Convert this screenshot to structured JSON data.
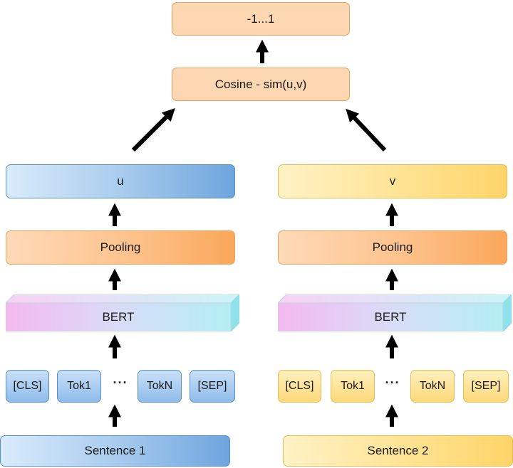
{
  "top": {
    "output_label": "-1...1",
    "cosine_label": "Cosine - sim(u,v)"
  },
  "left": {
    "vector_label": "u",
    "pooling_label": "Pooling",
    "bert_label": "BERT",
    "tokens": [
      "[CLS]",
      "Tok1",
      "TokN",
      "[SEP]"
    ],
    "ellipsis": "···",
    "sentence_label": "Sentence 1"
  },
  "right": {
    "vector_label": "v",
    "pooling_label": "Pooling",
    "bert_label": "BERT",
    "tokens": [
      "[CLS]",
      "Tok1",
      "TokN",
      "[SEP]"
    ],
    "ellipsis": "···",
    "sentence_label": "Sentence 2"
  },
  "colors": {
    "left_accent": "#6ea5de",
    "right_accent": "#fed468",
    "orange_accent": "#faa75a",
    "arrow": "#000000"
  }
}
